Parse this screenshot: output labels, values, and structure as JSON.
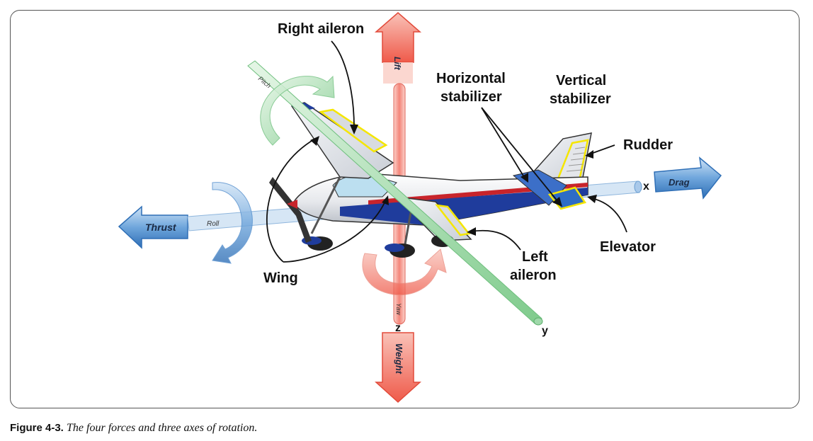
{
  "labels": {
    "right_aileron": "Right aileron",
    "horizontal_stabilizer_1": "Horizontal",
    "horizontal_stabilizer_2": "stabilizer",
    "vertical_stabilizer_1": "Vertical",
    "vertical_stabilizer_2": "stabilizer",
    "rudder": "Rudder",
    "elevator": "Elevator",
    "left_aileron_1": "Left",
    "left_aileron_2": "aileron",
    "wing": "Wing"
  },
  "forces": {
    "lift": "Lift",
    "weight": "Weight",
    "thrust": "Thrust",
    "drag": "Drag"
  },
  "axes": {
    "x": "x",
    "y": "y",
    "z": "z",
    "pitch": "Pitch",
    "roll": "Roll",
    "yaw": "Yaw"
  },
  "caption": {
    "label": "Figure 4-3.",
    "text": "The four forces and three axes of rotation."
  },
  "colors": {
    "lift_weight": "#f26b5b",
    "thrust_drag": "#3c7fc4",
    "pitch_axis": "#8fd19e",
    "highlight": "#f5e600",
    "stripe_blue": "#1f3c9c",
    "stripe_red": "#c8242b"
  }
}
